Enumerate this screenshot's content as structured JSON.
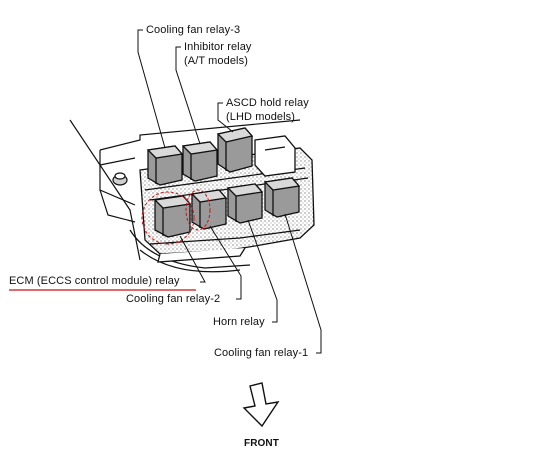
{
  "labels": {
    "cooling_fan_relay_3": "Cooling fan relay-3",
    "inhibitor_relay": "Inhibitor relay",
    "inhibitor_relay_note": "(A/T models)",
    "ascd_hold_relay": "ASCD hold relay",
    "ascd_hold_relay_note": "(LHD models)",
    "ecm_relay": "ECM (ECCS control module) relay",
    "cooling_fan_relay_2": "Cooling fan relay-2",
    "horn_relay": "Horn relay",
    "cooling_fan_relay_1": "Cooling fan relay-1",
    "front": "FRONT"
  },
  "colors": {
    "highlight": "#cc1111",
    "line": "#111111",
    "relay_shade": "#9a9a9a",
    "relay_top": "#d9d9d9"
  }
}
